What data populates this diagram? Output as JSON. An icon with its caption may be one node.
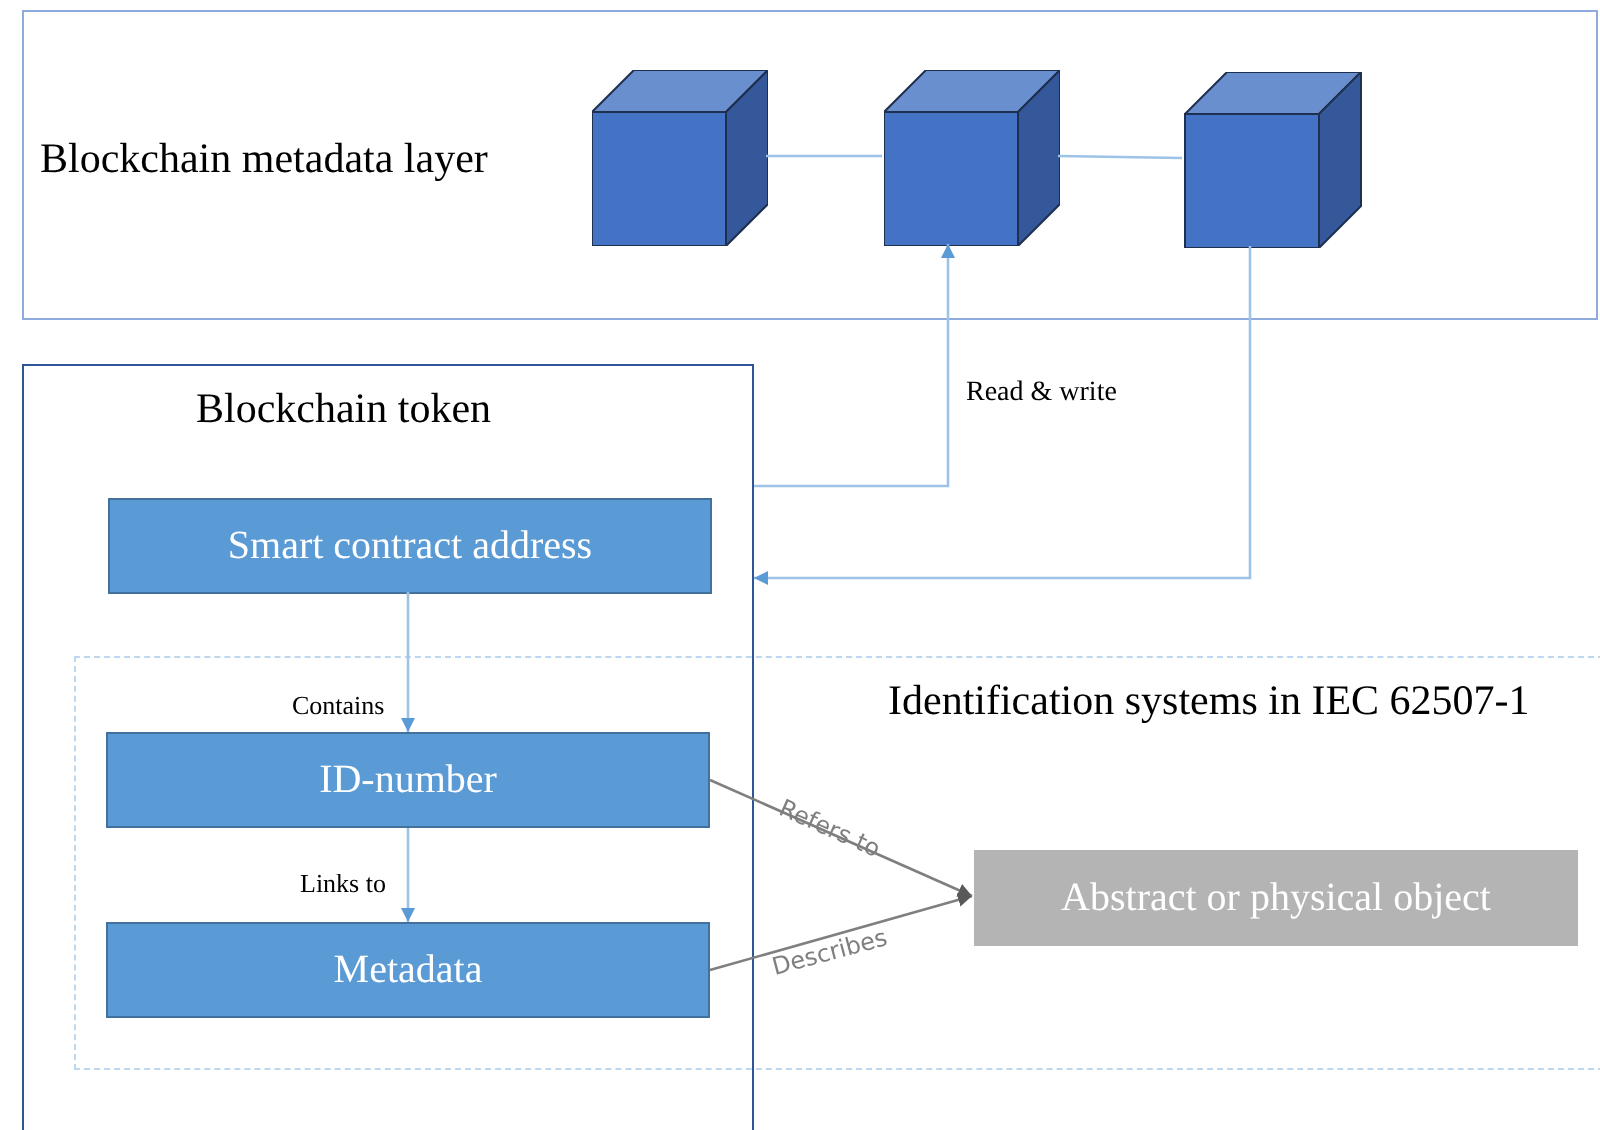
{
  "diagram": {
    "nodes": [
      {
        "text": [
          "Blockchain metadata layer"
        ]
      },
      {
        "text": [],
        "shape": "cube",
        "in": 0
      },
      {
        "text": [],
        "shape": "cube",
        "in": 0
      },
      {
        "text": [],
        "shape": "cube",
        "in": 0
      },
      {
        "text": [
          "Blockchain token"
        ]
      },
      {
        "text": [
          "Identification systems in IEC 62507-1"
        ]
      },
      {
        "text": [
          "Smart contract address"
        ],
        "in": 4
      },
      {
        "text": [
          "ID-number"
        ]
      },
      {
        "text": [
          "Metadata"
        ]
      },
      {
        "text": [
          "Abstract or physical object"
        ],
        "in": 5
      }
    ],
    "edges": [
      {
        "from": 1,
        "to": 2,
        "arrow": "none"
      },
      {
        "from": 2,
        "to": 3,
        "arrow": "none"
      },
      {
        "from": 4,
        "to": 2,
        "arrow": "to",
        "label": "Read & write"
      },
      {
        "from": 3,
        "to": 4,
        "arrow": "to"
      },
      {
        "from": 6,
        "to": 7,
        "arrow": "to",
        "label": "Contains"
      },
      {
        "from": 7,
        "to": 8,
        "arrow": "to",
        "label": "Links to"
      },
      {
        "from": 7,
        "to": 9,
        "arrow": "to",
        "label": "Refers to",
        "color": "#7f7f7f"
      },
      {
        "from": 8,
        "to": 9,
        "arrow": "to",
        "label": "Describes",
        "color": "#7f7f7f"
      }
    ]
  }
}
